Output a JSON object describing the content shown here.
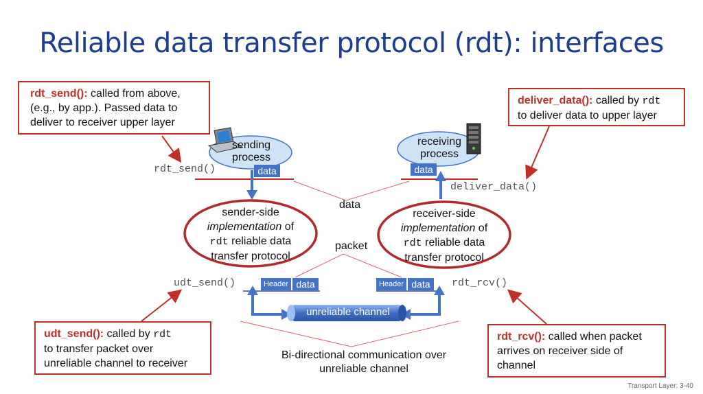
{
  "title": "Reliable data transfer protocol (rdt): interfaces",
  "callouts": {
    "rdt_send": {
      "func": "rdt_send():",
      "line1": " called from above,",
      "line2": "(e.g., by app.). Passed data to",
      "line3": "deliver to receiver upper layer"
    },
    "deliver_data": {
      "func": "deliver_data():",
      "line1_a": " called by ",
      "line1_code": "rdt",
      "line2": "to deliver data to upper layer"
    },
    "udt_send": {
      "func": "udt_send():",
      "line1_a": " called by ",
      "line1_code": "rdt",
      "line2": "to transfer packet over",
      "line3": "unreliable channel to receiver"
    },
    "rdt_rcv": {
      "func": "rdt_rcv():",
      "line1": " called when packet",
      "line2": "arrives on receiver side of",
      "line3": "channel"
    }
  },
  "interfaces": {
    "rdt_send": "rdt_send()",
    "deliver_data": "deliver_data()",
    "udt_send": "udt_send()",
    "rdt_rcv": "rdt_rcv()"
  },
  "processes": {
    "sending_line1": "sending",
    "sending_line2": "process",
    "receiving_line1": "receiving",
    "receiving_line2": "process"
  },
  "sender_impl": {
    "line1": "sender-side",
    "line2_i": "implementation",
    "line2_b": " of",
    "line3_code": "rdt",
    "line3_b": " reliable data",
    "line4": "transfer protocol"
  },
  "receiver_impl": {
    "line1": "receiver-side",
    "line2_i": "implementation",
    "line2_b": " of",
    "line3_code": "rdt",
    "line3_b": "  reliable data",
    "line4": "transfer protocol"
  },
  "labels": {
    "data": "data",
    "packet": "packet",
    "data_tag": "data",
    "header_tag": "Header",
    "channel": "unreliable channel",
    "bidirectional_line1": "Bi-directional communication over",
    "bidirectional_line2": "unreliable channel"
  },
  "footer": "Transport Layer: 3-40",
  "colors": {
    "title": "#1f3d8f",
    "callout_border": "#c0302b",
    "ellipse": "#b02a30",
    "arrow": "#4472c4",
    "channel": "#4a7fd0"
  }
}
